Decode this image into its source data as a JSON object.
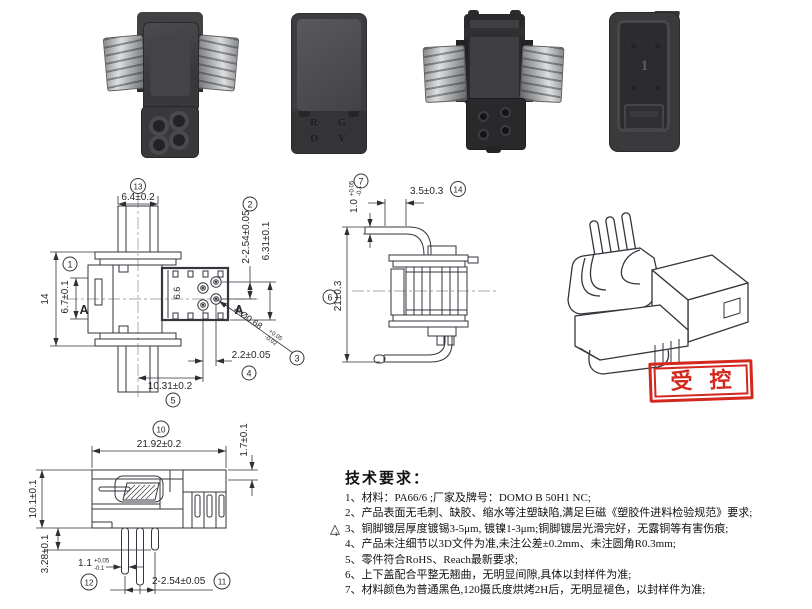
{
  "photos": {
    "cover_row1": "R G",
    "cover_row2": "O V",
    "inner_number": "1"
  },
  "front_view": {
    "balloon_top": "13",
    "balloon_pitch": "2",
    "balloon_left": "1",
    "balloon_hole": "3",
    "balloon_edge": "4",
    "balloon_offset": "5",
    "dim_stem_width": "6.4±0.2",
    "dim_pitch": "2-2.54±0.05",
    "dim_height_631": "6.31±0.1",
    "dim_total_height": "14",
    "dim_inner_height": "6.7±0.1",
    "dim_box_width": "6.6",
    "hole_callout": "4-Ø0.68",
    "hole_tol_plus": "+0.05",
    "hole_tol_minus": "-0.02",
    "dim_edge": "2.2±0.05",
    "dim_offset": "10.31±0.2",
    "section_left": "A",
    "section_right": "A"
  },
  "side_view": {
    "balloon_thickness": "7",
    "balloon_setback": "14",
    "balloon_height": "6",
    "dim_thickness": "1.0",
    "thickness_tol_plus": "+0.05",
    "thickness_tol_minus": "-0.1",
    "dim_setback": "3.5±0.3",
    "dim_height": "21±0.3"
  },
  "bottom_view": {
    "balloon_width": "10",
    "balloon_pitch": "11",
    "balloon_leg": "12",
    "dim_width": "21.92±0.2",
    "dim_lip": "1.7±0.1",
    "dim_body": "10.1±0.1",
    "dim_leg_len": "3.28±0.1",
    "dim_leg_w": "1.1",
    "leg_tol_plus": "+0.05",
    "leg_tol_minus": "-0.1",
    "dim_pitch": "2-2.54±0.05"
  },
  "stamp": {
    "left": "受",
    "right": "控",
    "color": "#d3281e"
  },
  "tech": {
    "title": "技术要求：",
    "revision_marker": "1",
    "items": [
      "1、材料：PA66/6 ;厂家及牌号：DOMO B 50H1 NC;",
      "2、产品表面无毛刺、缺胶、缩水等注塑缺陷,满足巨磁《塑胶件进料检验规范》要求;",
      "3、铜脚镀层厚度镀锡3-5μm, 镀镍1-3μm;铜脚镀层光滑完好，无露铜等有害伤痕;",
      "4、产品未注细节以3D文件为准,未注公差±0.2mm、未注圆角R0.3mm;",
      "5、零件符合RoHS、Reach最新要求;",
      "6、上下盖配合平整无翘曲，无明显间隙,具体以封样件为准;",
      "7、材料颜色为普通黑色,120摄氏度烘烤2H后，无明显褪色，以封样件为准;"
    ]
  }
}
